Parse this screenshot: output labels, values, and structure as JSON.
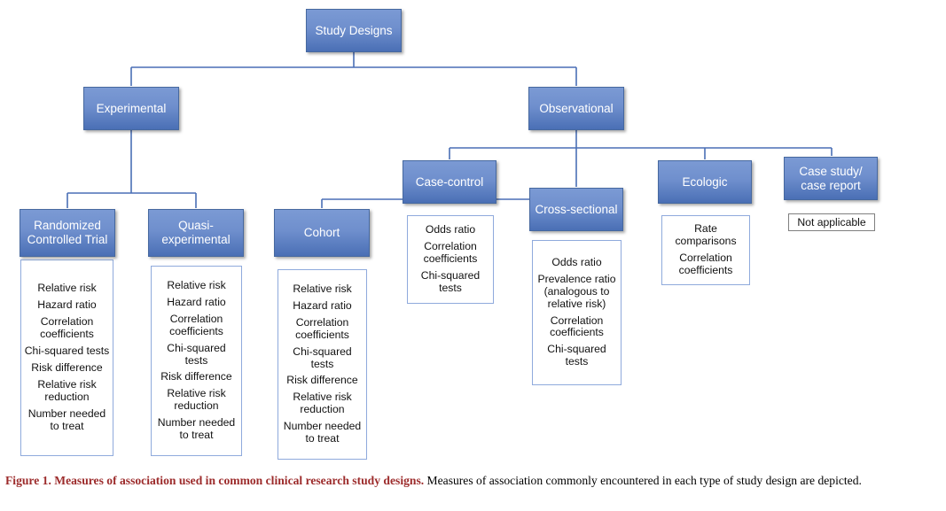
{
  "diagram": {
    "title": "Study Designs flowchart",
    "colors": {
      "node_fill_top": "#7b9ad4",
      "node_fill_bottom": "#4a6fb5",
      "node_text": "#ffffff",
      "connector": "#4a6fb5",
      "listbox_border": "#8faadc",
      "caption_lead": "#9c2b2b"
    },
    "nodes": {
      "root": "Study Designs",
      "experimental": "Experimental",
      "observational": "Observational",
      "rct": "Randomized Controlled Trial",
      "quasi": "Quasi-experimental",
      "cohort": "Cohort",
      "case_control": "Case-control",
      "cross_sectional": "Cross-sectional",
      "ecologic": "Ecologic",
      "case_study": "Case study/ case report"
    },
    "measures": {
      "rct": [
        "Relative risk",
        "Hazard ratio",
        "Correlation coefficients",
        "Chi-squared tests",
        "Risk difference",
        "Relative risk reduction",
        "Number needed to treat"
      ],
      "quasi": [
        "Relative risk",
        "Hazard ratio",
        "Correlation coefficients",
        "Chi-squared tests",
        "Risk difference",
        "Relative risk reduction",
        "Number needed to treat"
      ],
      "cohort": [
        "Relative risk",
        "Hazard ratio",
        "Correlation coefficients",
        "Chi-squared tests",
        "Risk difference",
        "Relative risk reduction",
        "Number needed to treat"
      ],
      "case_control": [
        "Odds ratio",
        "Correlation coefficients",
        "Chi-squared tests"
      ],
      "cross_sectional": [
        "Odds ratio",
        "Prevalence ratio (analogous to relative risk)",
        "Correlation coefficients",
        "Chi-squared tests"
      ],
      "ecologic": [
        "Rate comparisons",
        "Correlation coefficients"
      ],
      "case_study": "Not applicable"
    }
  },
  "caption": {
    "lead": "Figure 1.  Measures of association used in common clinical research study designs.",
    "body": " Measures of association commonly encountered in each type of study design are depicted."
  }
}
